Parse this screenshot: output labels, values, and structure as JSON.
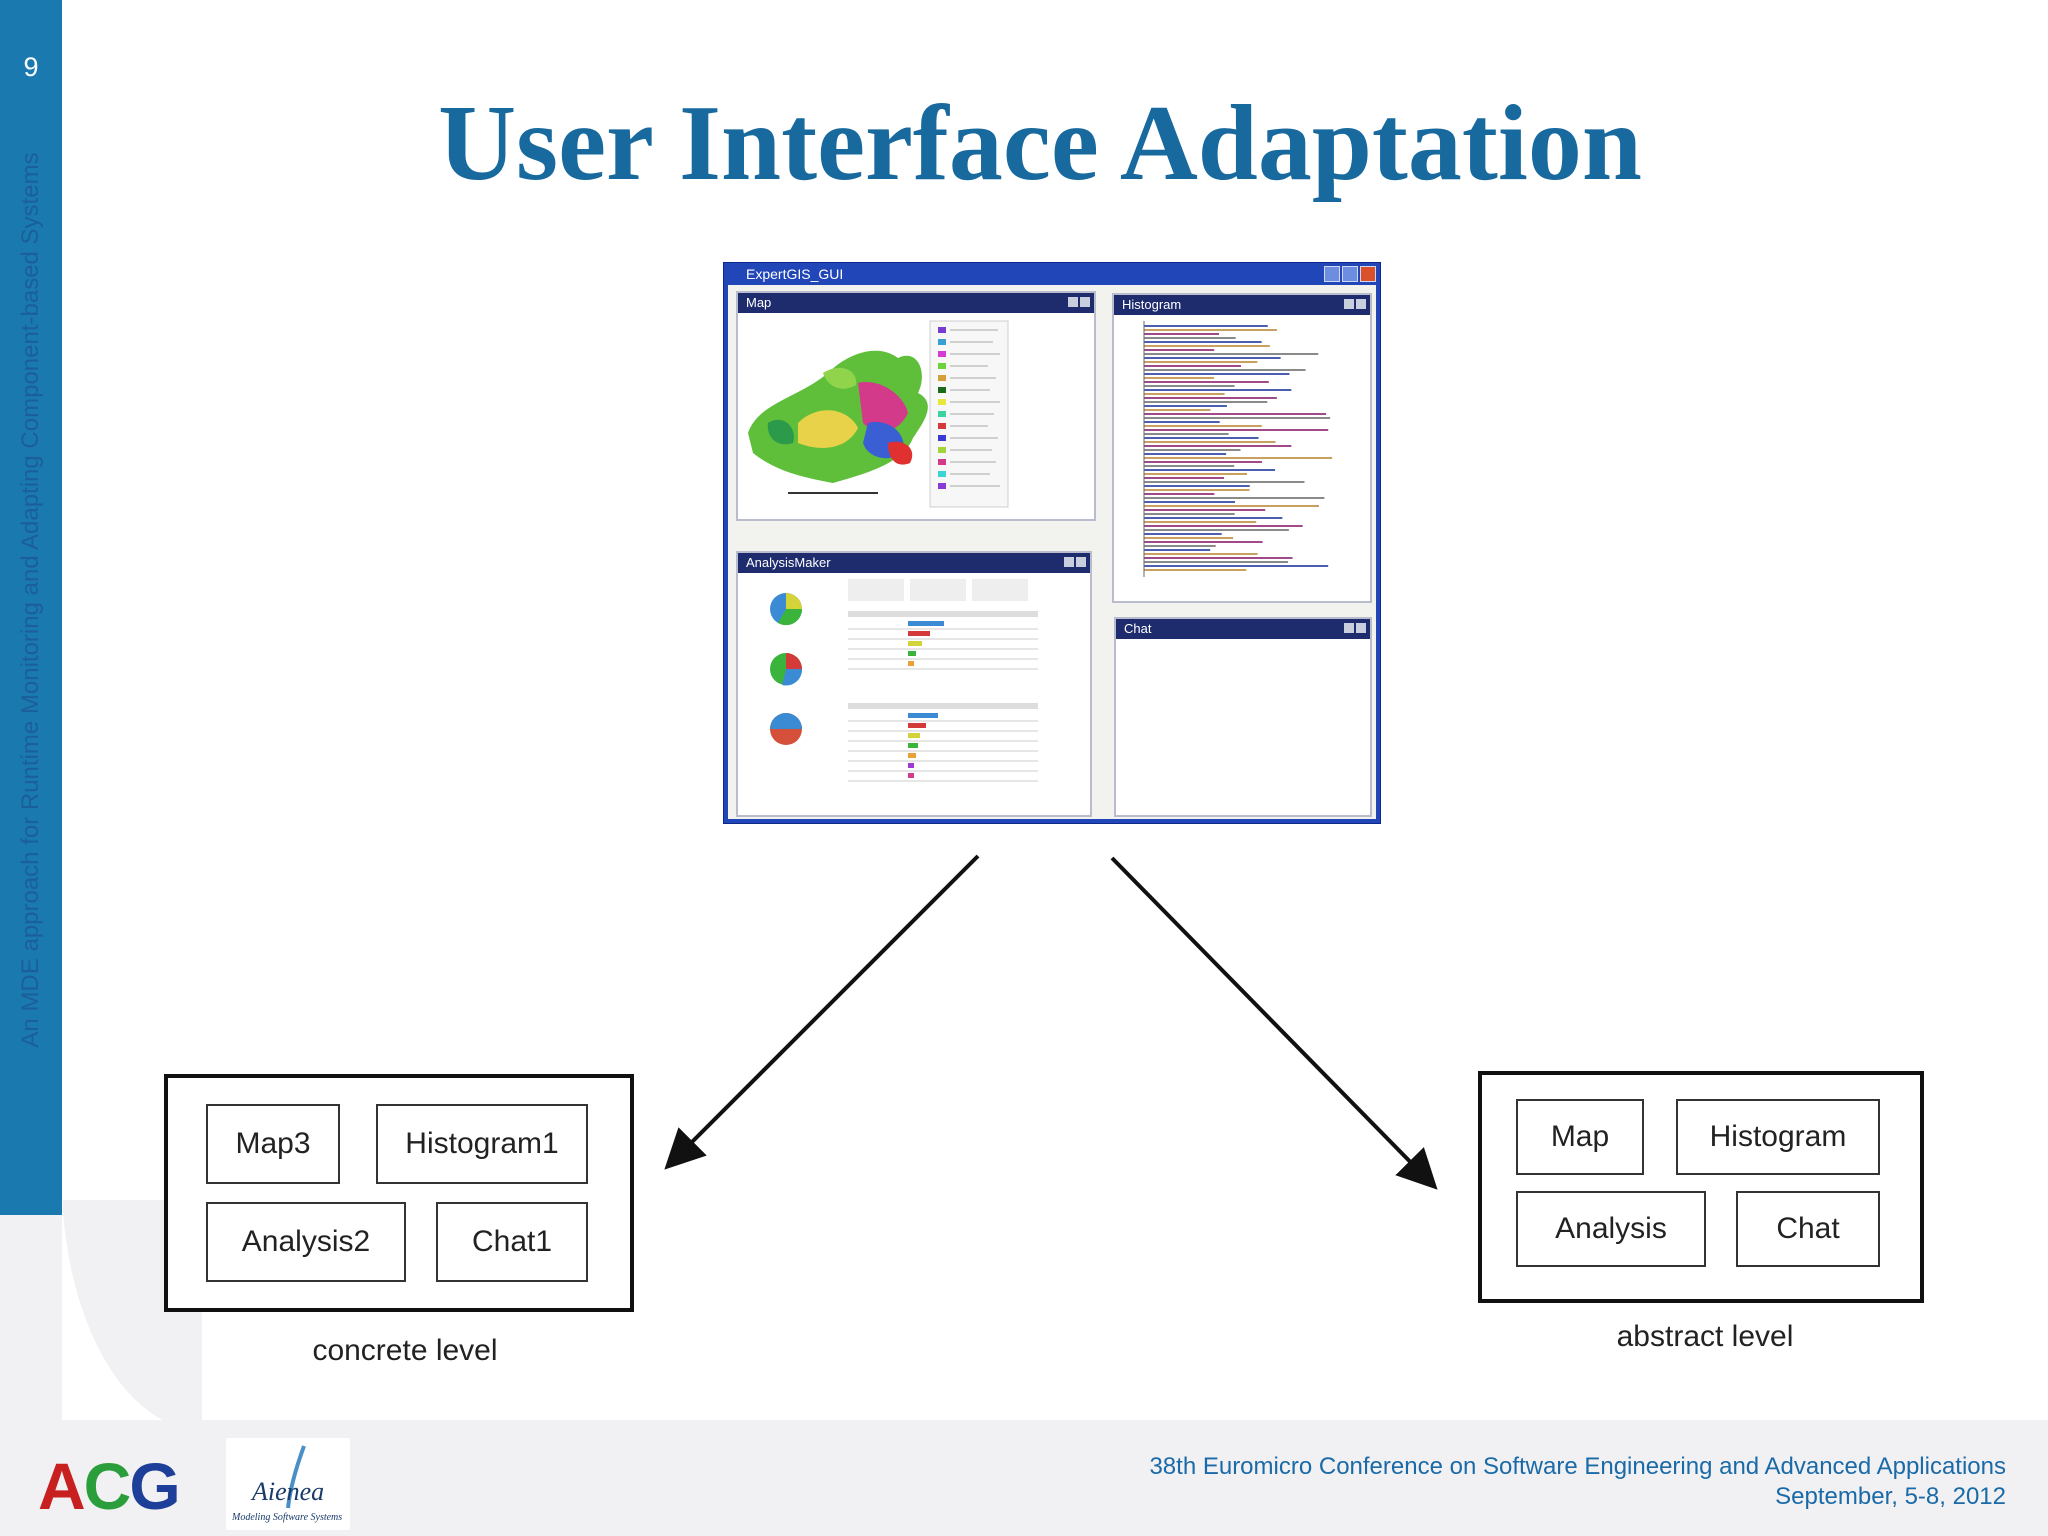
{
  "slide": {
    "page_number": "9",
    "title": "User Interface Adaptation",
    "side_title": "An MDE approach for Runtime Monitoring and Adapting Component-based Systems"
  },
  "screenshot": {
    "window_title": "ExpertGIS_GUI",
    "panels": {
      "map": "Map",
      "histogram": "Histogram",
      "analysis": "AnalysisMaker",
      "chat": "Chat"
    }
  },
  "concrete": {
    "boxes": [
      "Map3",
      "Histogram1",
      "Analysis2",
      "Chat1"
    ],
    "caption": "concrete level"
  },
  "abstract": {
    "boxes": [
      "Map",
      "Histogram",
      "Analysis",
      "Chat"
    ],
    "caption": "abstract level"
  },
  "footer": {
    "conference": "38th Euromicro Conference on Software Engineering and Advanced Applications",
    "dates": "September, 5-8, 2012",
    "logo_acg": "ACG",
    "logo_aienea": "Aienea",
    "logo_aienea_tagline": "Modeling Software Systems"
  },
  "colors": {
    "accent": "#1a7ab0",
    "title": "#17699e",
    "window": "#2146b8",
    "panel_header": "#1e2c6e"
  }
}
